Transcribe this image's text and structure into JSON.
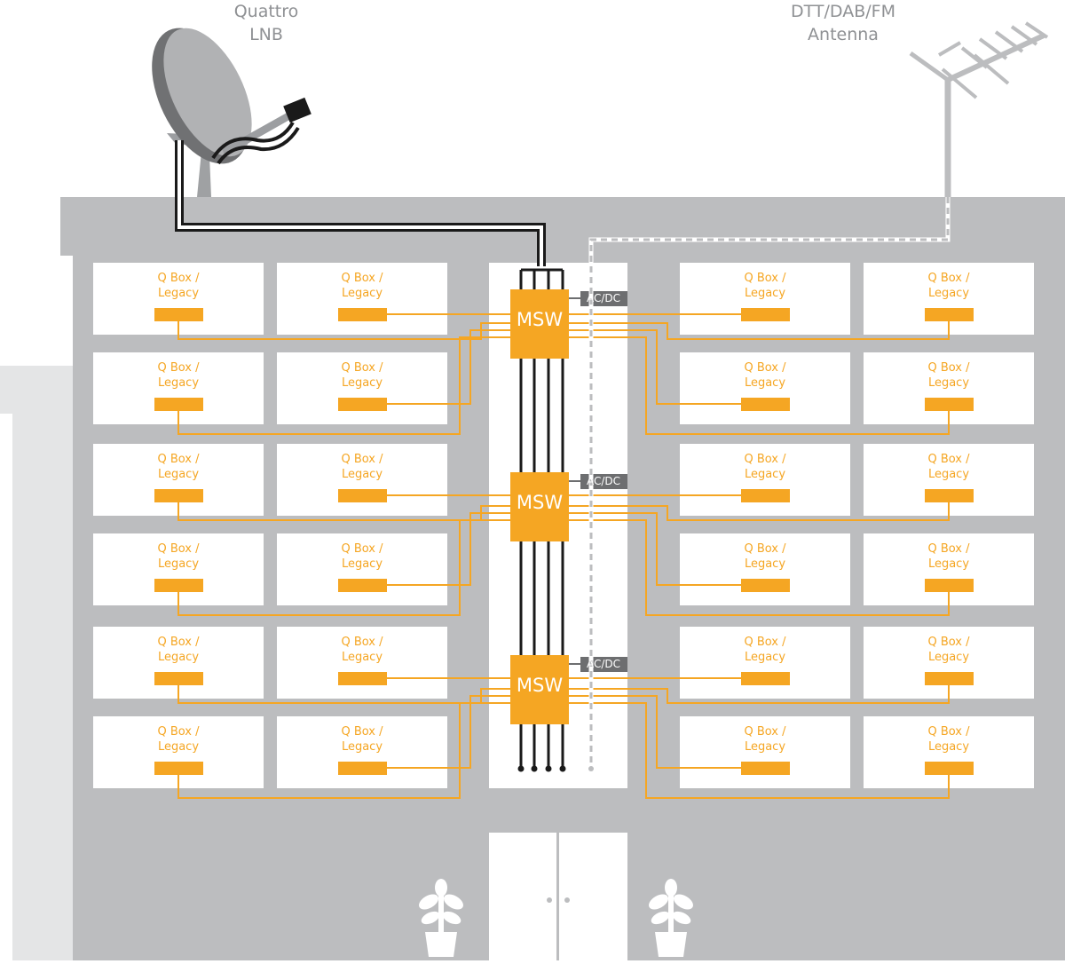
{
  "labels": {
    "lnb": [
      "Quattro",
      "LNB"
    ],
    "antenna": [
      "DTT/DAB/FM",
      "Antenna"
    ]
  },
  "flat_label": [
    "Q Box /",
    "Legacy"
  ],
  "switch_label": "MSW",
  "power_label": "AC/DC",
  "colors": {
    "building": "#bcbdbf",
    "neighbor": "#e4e5e6",
    "window": "#ffffff",
    "accent": "#f5a623",
    "cable": "#1a1a1a",
    "power_box": "#6d6e70",
    "text": "#8f9194"
  }
}
